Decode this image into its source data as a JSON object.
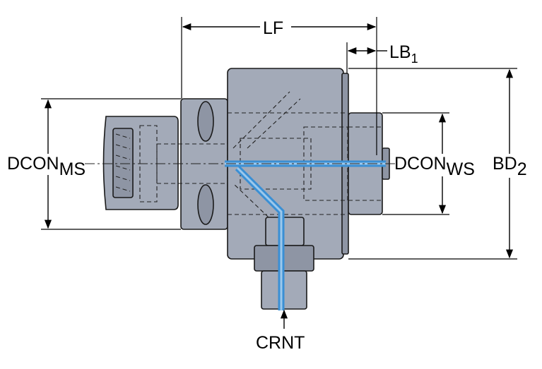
{
  "labels": {
    "lf": "LF",
    "lb_main": "LB",
    "lb_sub": "1",
    "dcon_ms_main": "DCON",
    "dcon_ms_sub": "MS",
    "dcon_ws_main": "DCON",
    "dcon_ws_sub": "WS",
    "bd_main": "BD",
    "bd_sub": "2",
    "crnt": "CRNT"
  },
  "colors": {
    "body": "#a3aab8",
    "body_dark": "#8e95a4",
    "coolant": "#3a8fd4",
    "coolant_light": "#9cc8ec",
    "line": "#1a1a1a"
  }
}
